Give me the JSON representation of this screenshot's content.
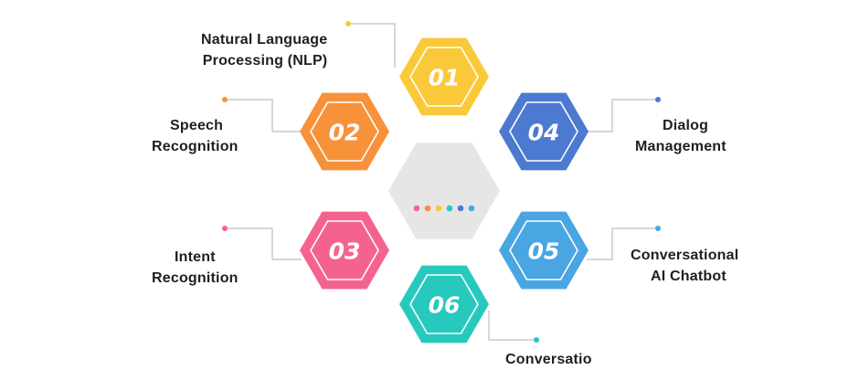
{
  "colors": {
    "hex01": "#F9C93A",
    "hex02": "#F7923A",
    "hex03": "#F4638E",
    "hex04": "#4B7AD0",
    "hex05": "#4AA5E3",
    "hex06": "#27C9BE",
    "center": "#E6E6E6",
    "connector": "#BDBDBD"
  },
  "items": [
    {
      "number": "01",
      "label_lines": [
        "Natural Language",
        "Processing (NLP)"
      ],
      "color": "#F9C93A"
    },
    {
      "number": "02",
      "label_lines": [
        "Speech",
        "Recognition"
      ],
      "color": "#F7923A"
    },
    {
      "number": "03",
      "label_lines": [
        "Intent",
        "Recognition"
      ],
      "color": "#F4638E"
    },
    {
      "number": "04",
      "label_lines": [
        "Dialog",
        "Management"
      ],
      "color": "#4B7AD0"
    },
    {
      "number": "05",
      "label_lines": [
        "Conversational",
        "AI Chatbot"
      ],
      "color": "#4AA5E3"
    },
    {
      "number": "06",
      "label_lines": [
        "Conversatio"
      ],
      "color": "#27C9BE"
    }
  ],
  "center_dots": [
    "#F4638E",
    "#F7923A",
    "#F9C93A",
    "#27C9BE",
    "#4B7AD0",
    "#4AA5E3"
  ]
}
